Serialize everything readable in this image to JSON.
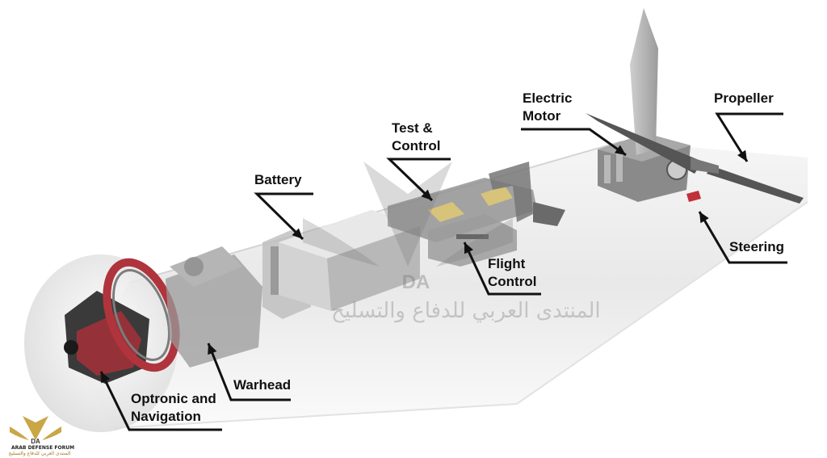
{
  "labels": {
    "electric_motor": [
      "Electric",
      "Motor"
    ],
    "propeller": "Propeller",
    "test_control": [
      "Test &",
      "Control"
    ],
    "battery": "Battery",
    "steering": "Steering",
    "flight_control": [
      "Flight",
      "Control"
    ],
    "warhead": "Warhead",
    "optronic": [
      "Optronic and",
      "Navigation"
    ]
  },
  "watermark": {
    "monogram": "DA",
    "arabic": "المنتدى العربي للدفاع والتسليح"
  },
  "corner_logo": {
    "monogram": "DA",
    "name": "ARAB DEFENSE FORUM",
    "arabic": "المنتدى العربي للدفاع والتسليح"
  },
  "colors": {
    "body": "#e9e9e9",
    "metal": "#8a8a8a",
    "red_ring": "#b0343c",
    "label": "#111111",
    "yellow": "#d7c37a",
    "watermark": "#9a9a9a"
  }
}
